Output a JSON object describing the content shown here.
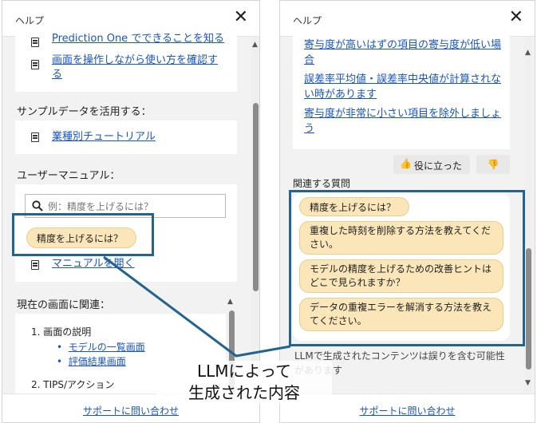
{
  "left": {
    "title": "ヘルプ",
    "links_top": [
      "Prediction One でできることを知る",
      "画面を操作しながら使い方を確認する"
    ],
    "sample_header": "サンプルデータを活用する：",
    "sample_link": "業種別チュートリアル",
    "manual_header": "ユーザーマニュアル：",
    "search_placeholder": "例：精度を上げるには？",
    "chip": "精度を上げるには？",
    "manual_link": "マニュアルを開く",
    "related_header": "現在の画面に関連：",
    "item1": "1. 画面の説明",
    "item1_links": [
      "モデルの一覧画面",
      "評価結果画面"
    ],
    "item2": "2. TIPS/アクション",
    "support": "サポートに問い合わせ"
  },
  "right": {
    "title": "ヘルプ",
    "links": [
      "寄与度が高いはずの項目の寄与度が低い場合",
      "誤差率平均値・誤差率中央値が計算されない時があります",
      "寄与度が非常に小さい項目を除外しましょう"
    ],
    "helpful": "役に立った",
    "related_questions": "関連する質問",
    "question_chip": "精度を上げるには？",
    "questions": [
      "重複した時刻を削除する方法を教えてください。",
      "モデルの精度を上げるための改善ヒントはどこで見られますか？",
      "データの重複エラーを解消する方法を教えてください。"
    ],
    "disclaimer": "LLMで生成されたコンテンツは誤りを含む可能性があります",
    "support": "サポートに問い合わせ"
  },
  "annotation": {
    "line1": "LLMによって",
    "line2": "生成された内容"
  },
  "colors": {
    "highlight": "#22648e",
    "chip": "#fbe6b9",
    "link": "#1a55c4"
  }
}
